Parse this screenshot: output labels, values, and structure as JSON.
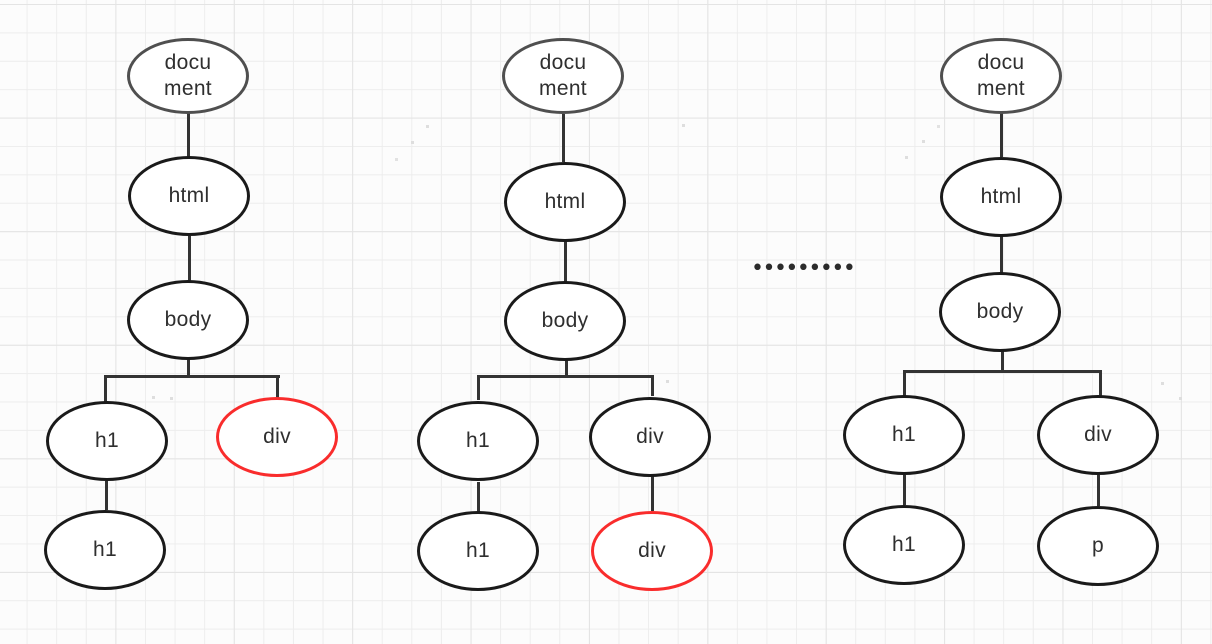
{
  "diagram": {
    "description_colors": {
      "node_stroke": "#1a1a1a",
      "document_node_stroke": "#4f4f4f",
      "highlight_stroke": "#f92c2c",
      "connector": "#333333",
      "text": "#2f2f2f",
      "background": "#fcfcfc",
      "grid_line": "#ededed"
    },
    "separator": {
      "dots": "•••••••••"
    },
    "trees": [
      {
        "nodes": [
          {
            "label": "document",
            "highlighted": false
          },
          {
            "label": "html",
            "highlighted": false
          },
          {
            "label": "body",
            "highlighted": false
          },
          {
            "label": "h1",
            "highlighted": false
          },
          {
            "label": "div",
            "highlighted": true
          },
          {
            "label": "h1",
            "highlighted": false
          }
        ]
      },
      {
        "nodes": [
          {
            "label": "document",
            "highlighted": false
          },
          {
            "label": "html",
            "highlighted": false
          },
          {
            "label": "body",
            "highlighted": false
          },
          {
            "label": "h1",
            "highlighted": false
          },
          {
            "label": "div",
            "highlighted": false
          },
          {
            "label": "h1",
            "highlighted": false
          },
          {
            "label": "div",
            "highlighted": true
          }
        ]
      },
      {
        "nodes": [
          {
            "label": "document",
            "highlighted": false
          },
          {
            "label": "html",
            "highlighted": false
          },
          {
            "label": "body",
            "highlighted": false
          },
          {
            "label": "h1",
            "highlighted": false
          },
          {
            "label": "div",
            "highlighted": false
          },
          {
            "label": "h1",
            "highlighted": false
          },
          {
            "label": "p",
            "highlighted": false
          }
        ]
      }
    ]
  }
}
